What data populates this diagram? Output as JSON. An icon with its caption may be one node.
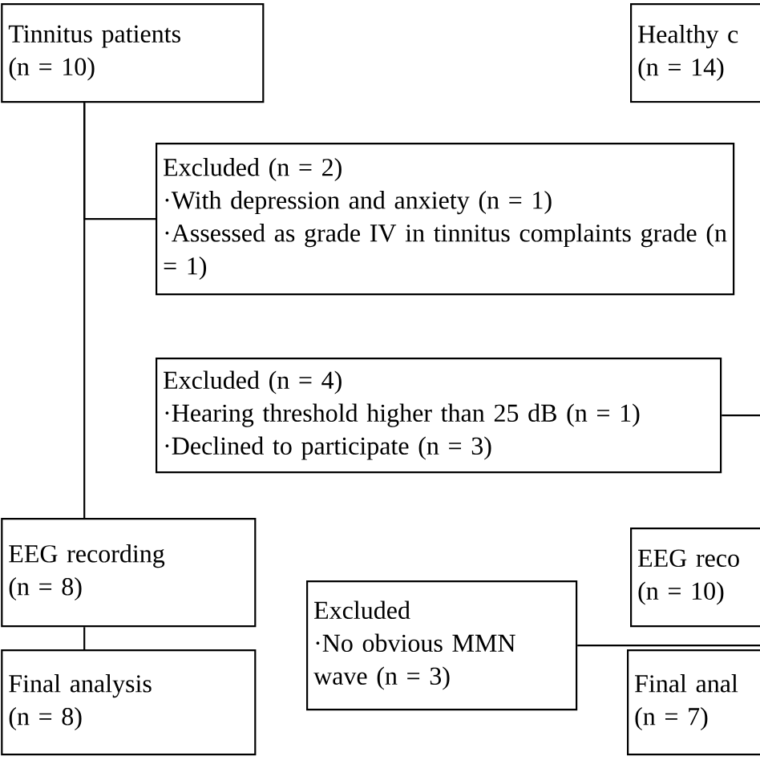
{
  "diagram": {
    "nodes": [
      {
        "text": [
          "Tinnitus patients",
          "(n = 10)"
        ]
      },
      {
        "text": [
          "Healthy c",
          "(n = 14)"
        ]
      },
      {
        "text": [
          "Excluded (n = 2)",
          "·With depression and anxiety (n = 1)",
          "·Assessed as grade IV in tinnitus complaints grade (n = 1)"
        ]
      },
      {
        "text": [
          "Excluded (n = 4)",
          "·Hearing threshold higher than 25 dB (n = 1)",
          "·Declined to participate (n = 3)"
        ]
      },
      {
        "text": [
          "EEG recording",
          "(n = 8)"
        ]
      },
      {
        "text": [
          "Final analysis",
          "(n = 8)"
        ]
      },
      {
        "text": [
          "Excluded",
          "·No obvious MMN wave (n = 3)"
        ]
      },
      {
        "text": [
          "EEG reco",
          "(n = 10)"
        ]
      },
      {
        "text": [
          "Final anal",
          "(n = 7)"
        ]
      }
    ],
    "edges": [
      {
        "from": 0,
        "to": 4,
        "arrow": "none"
      },
      {
        "from": 0,
        "to": 2,
        "arrow": "none"
      },
      {
        "from": 4,
        "to": 5,
        "arrow": "none"
      },
      {
        "from": 1,
        "to": 3,
        "arrow": "none"
      },
      {
        "from": 7,
        "to": 6,
        "arrow": "none"
      }
    ]
  }
}
